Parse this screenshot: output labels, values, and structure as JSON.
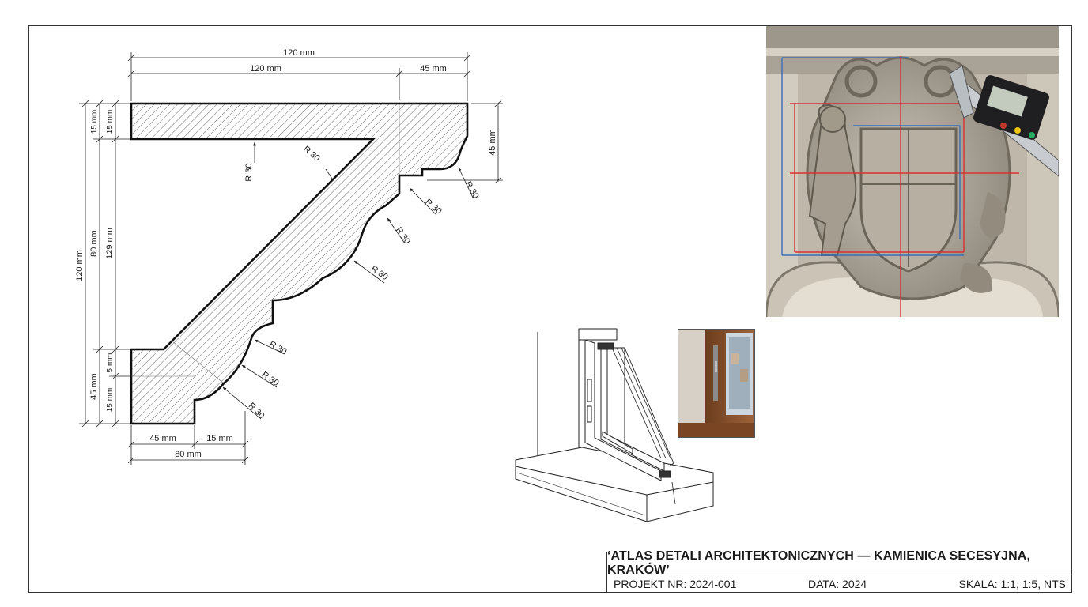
{
  "title_block": {
    "title": "‘ATLAS DETALI ARCHITEKTONICZNYCH — KAMIENICA SECESYJNA, KRAKÓW’",
    "project": "PROJEKT NR: 2024-001",
    "date": "DATA: 2024",
    "scale": "SKALA: 1:1, 1:5, NTS"
  },
  "cornice_dimensions": {
    "top_overall": "120 mm",
    "top_left": "120 mm",
    "top_right": "45 mm",
    "left_overall": "120 mm",
    "left_upper_top": "15 mm",
    "left_upper_80": "80 mm",
    "left_lower_45": "45 mm",
    "inner_top": "15 mm",
    "inner_129": "129 mm",
    "inner_5": "5 mm",
    "inner_bottom": "15 mm",
    "right_45": "45 mm",
    "bottom_45": "45 mm",
    "bottom_15": "15 mm",
    "bottom_80": "80 mm"
  },
  "radius_labels": [
    "R 30",
    "R 30",
    "R 30",
    "R 30",
    "R 30",
    "R 30",
    "R 30",
    "R 30",
    "R 30"
  ],
  "icons": [
    "cornice-profile-section",
    "window-frame-isometric",
    "window-photo",
    "coat-of-arms-photo",
    "digital-caliper"
  ],
  "colors": {
    "line": "#1a1a1a",
    "red_guide": "#d83030",
    "blue_guide": "#3a6fb8",
    "stone": "#b3ab9d"
  }
}
